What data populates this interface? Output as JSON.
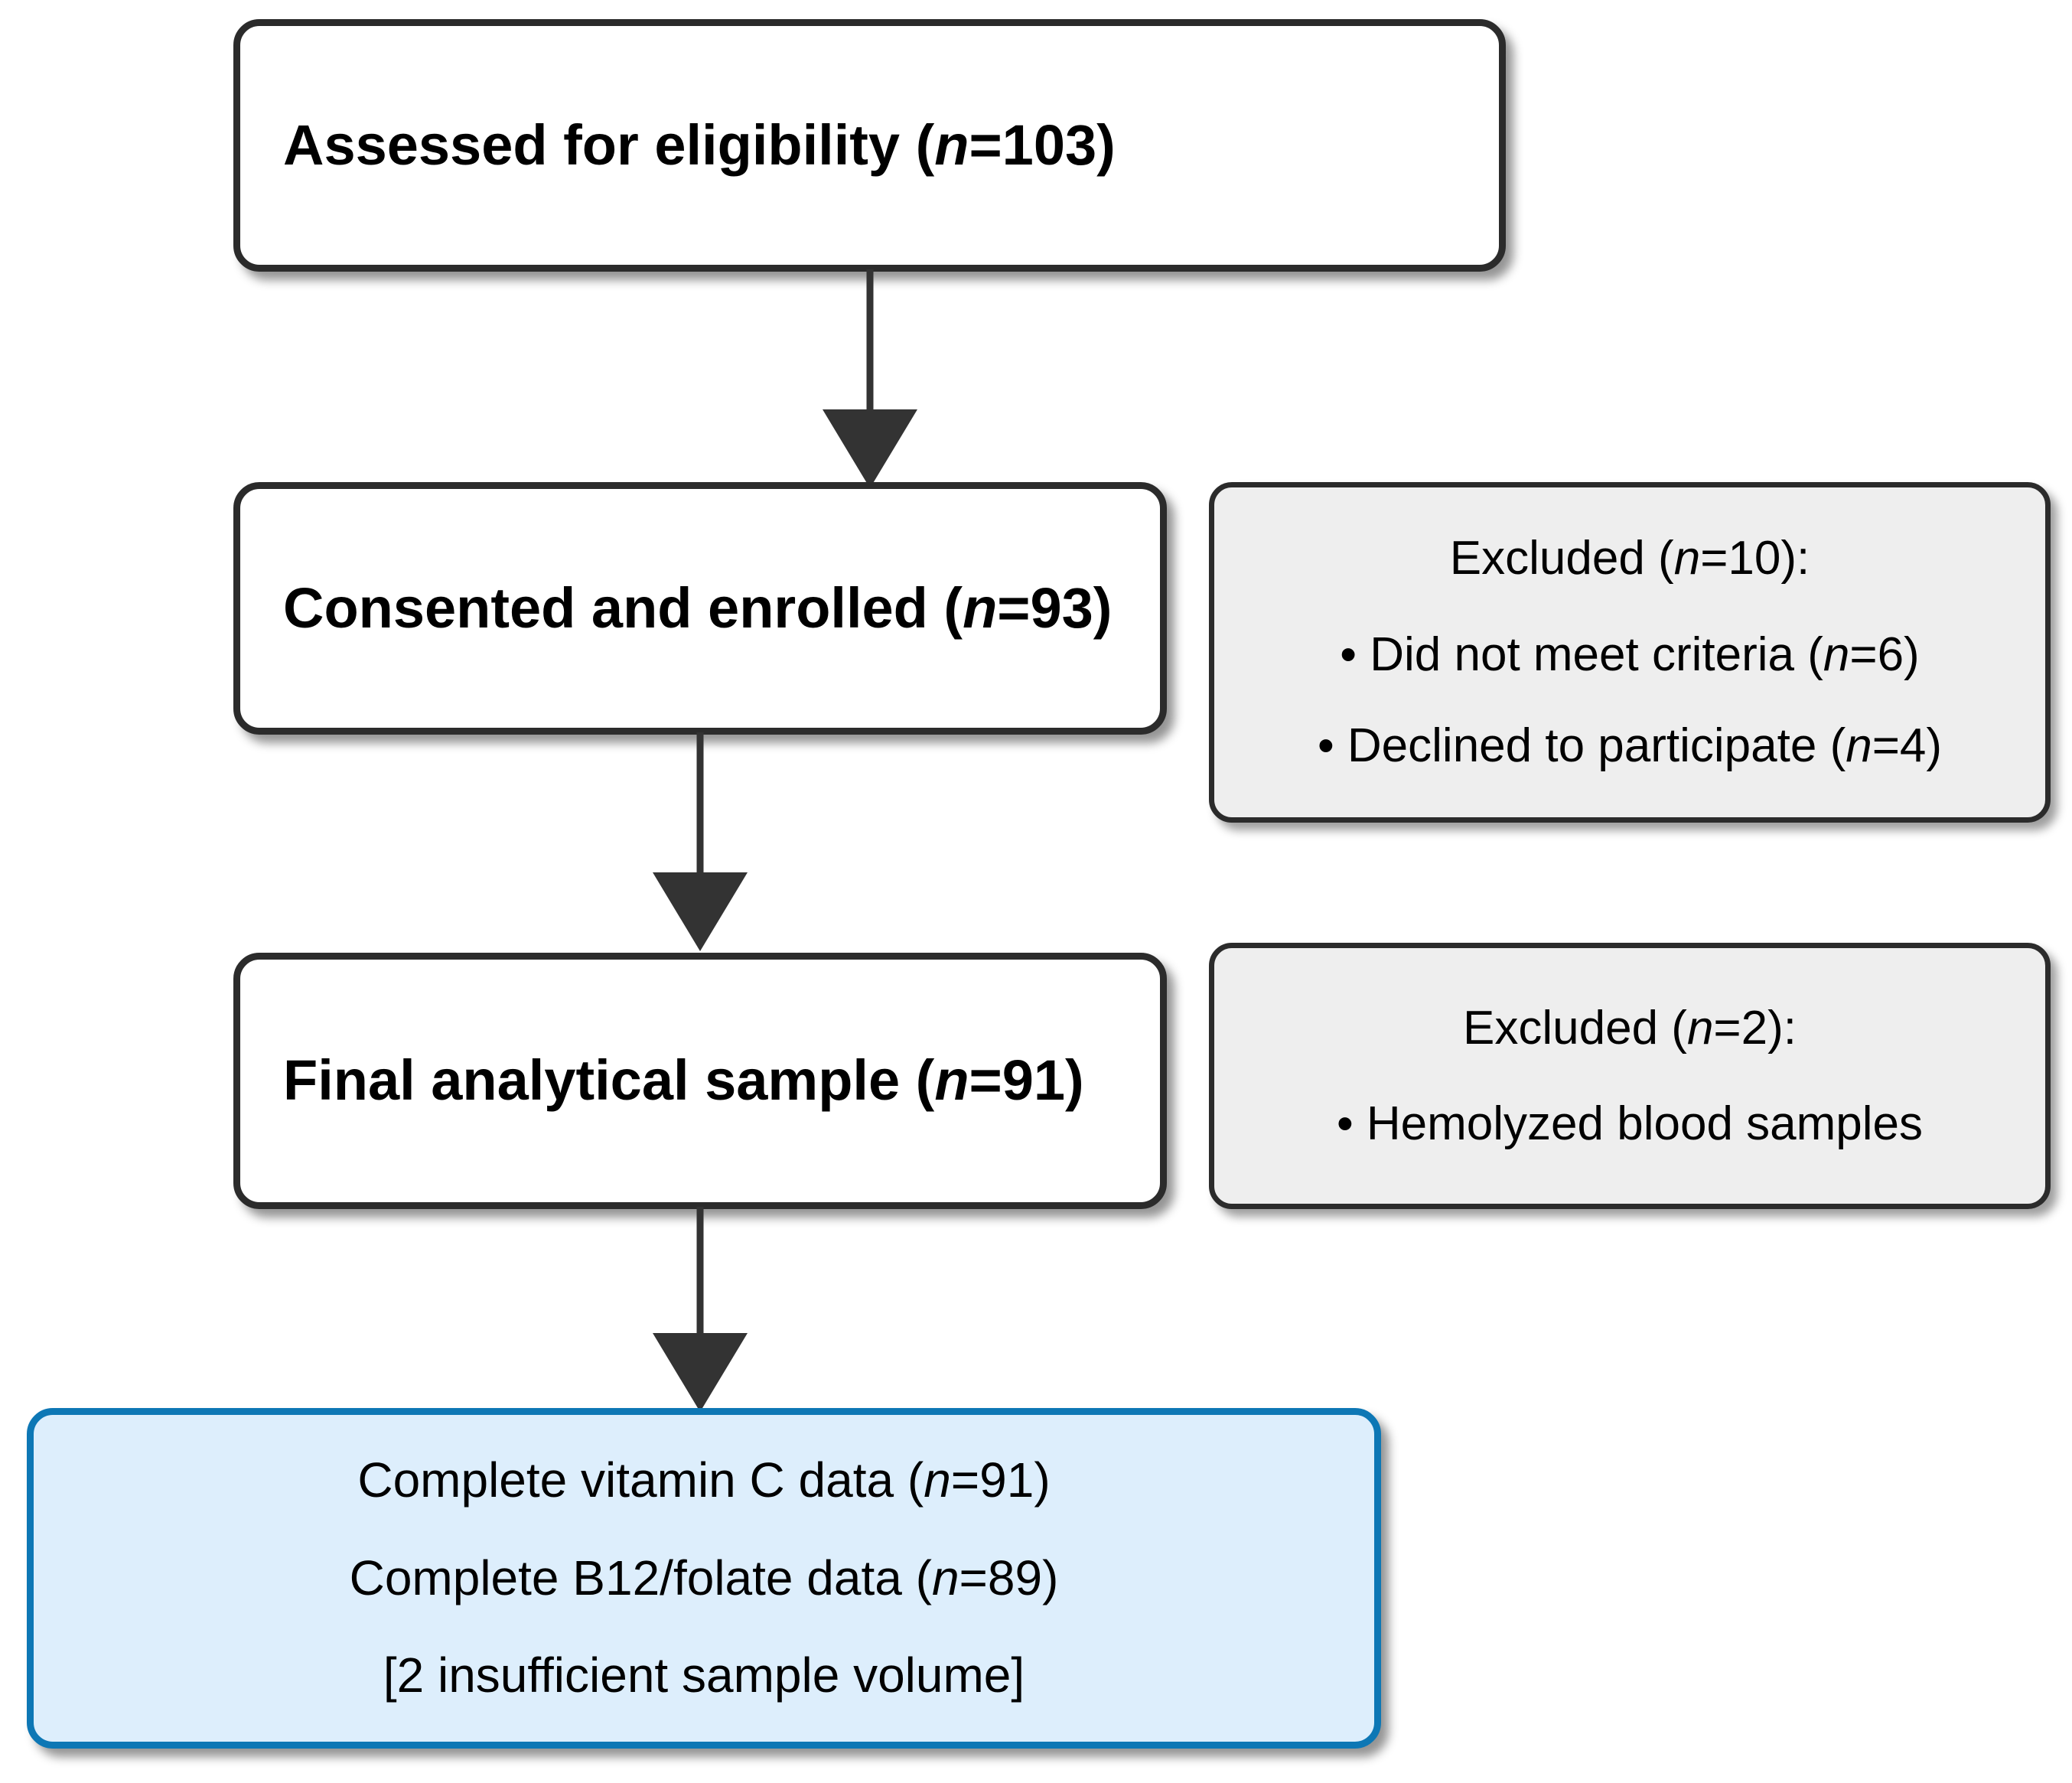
{
  "diagram": {
    "type": "participant-flow-chart",
    "nodes": {
      "assessed": {
        "label_prefix": "Assessed for eligibility (",
        "label_n": "n",
        "label_suffix": "=103)"
      },
      "enrolled": {
        "label_prefix": "Consented and enrolled (",
        "label_n": "n",
        "label_suffix": "=93)"
      },
      "final_sample": {
        "label_prefix": "Final analytical sample (",
        "label_n": "n",
        "label_suffix": "=91)"
      }
    },
    "exclusions": [
      {
        "head_prefix": "Excluded (",
        "head_n": "n",
        "head_suffix": "=10):",
        "items": [
          {
            "prefix": "• Did not meet criteria (",
            "n": "n",
            "suffix": "=6)"
          },
          {
            "prefix": "• Declined to participate (",
            "n": "n",
            "suffix": "=4)"
          }
        ]
      },
      {
        "head_prefix": "Excluded (",
        "head_n": "n",
        "head_suffix": "=2):",
        "items": [
          {
            "prefix": "• Hemolyzed blood samples",
            "n": "",
            "suffix": ""
          }
        ]
      }
    ],
    "outcome": {
      "lines": [
        {
          "prefix": "Complete vitamin C data (",
          "n": "n",
          "suffix": "=91)"
        },
        {
          "prefix": "Complete B12/folate data (",
          "n": "n",
          "suffix": "=89)"
        },
        {
          "prefix": "[2 insufficient sample volume]",
          "n": "",
          "suffix": ""
        }
      ]
    },
    "colors": {
      "box_border": "#2b2b2b",
      "box_fill": "#ffffff",
      "aside_fill": "#eeeeee",
      "outcome_fill": "#ddeefc",
      "outcome_border": "#0d77b5",
      "arrow": "#333333",
      "text": "#000000"
    }
  }
}
